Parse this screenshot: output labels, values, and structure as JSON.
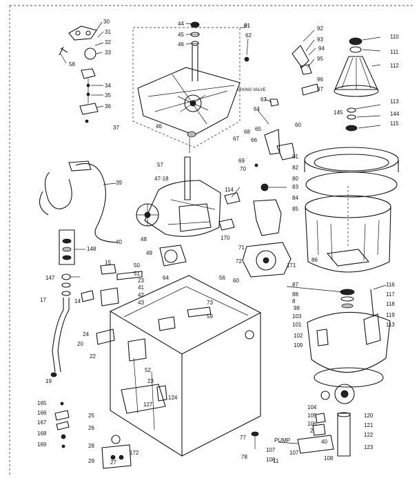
{
  "diagram": {
    "labels": [
      {
        "id": "30",
        "text": "30"
      },
      {
        "id": "31",
        "text": "31"
      },
      {
        "id": "32",
        "text": "32"
      },
      {
        "id": "33",
        "text": "33"
      },
      {
        "id": "58",
        "text": "58"
      },
      {
        "id": "34",
        "text": "34"
      },
      {
        "id": "35",
        "text": "35"
      },
      {
        "id": "36",
        "text": "36"
      },
      {
        "id": "44",
        "text": "44"
      },
      {
        "id": "45",
        "text": "45"
      },
      {
        "id": "46a",
        "text": "46"
      },
      {
        "id": "61",
        "text": "61"
      },
      {
        "id": "62",
        "text": "62"
      },
      {
        "id": "63",
        "text": "63"
      },
      {
        "id": "64",
        "text": "64"
      },
      {
        "id": "65",
        "text": "65"
      },
      {
        "id": "66",
        "text": "66"
      },
      {
        "id": "67",
        "text": "67"
      },
      {
        "id": "60",
        "text": "60"
      },
      {
        "id": "91",
        "text": "91"
      },
      {
        "id": "92",
        "text": "92"
      },
      {
        "id": "93",
        "text": "93"
      },
      {
        "id": "94",
        "text": "94"
      },
      {
        "id": "95",
        "text": "95"
      },
      {
        "id": "96",
        "text": "96"
      },
      {
        "id": "97",
        "text": "97"
      },
      {
        "id": "110",
        "text": "110"
      },
      {
        "id": "111",
        "text": "111"
      },
      {
        "id": "112",
        "text": "112"
      },
      {
        "id": "113",
        "text": "113"
      },
      {
        "id": "145",
        "text": "145"
      },
      {
        "id": "144",
        "text": "144"
      },
      {
        "id": "115",
        "text": "115"
      },
      {
        "id": "37",
        "text": "37"
      },
      {
        "id": "46b",
        "text": "46"
      },
      {
        "id": "57",
        "text": "57"
      },
      {
        "id": "47_18",
        "text": "47-18"
      },
      {
        "id": "39",
        "text": "39"
      },
      {
        "id": "114",
        "text": "114"
      },
      {
        "id": "68",
        "text": "68"
      },
      {
        "id": "69",
        "text": "69"
      },
      {
        "id": "70",
        "text": "70"
      },
      {
        "id": "83",
        "text": "83"
      },
      {
        "id": "84",
        "text": "84"
      },
      {
        "id": "85",
        "text": "85"
      },
      {
        "id": "81",
        "text": "81"
      },
      {
        "id": "82",
        "text": "82"
      },
      {
        "id": "80",
        "text": "80"
      },
      {
        "id": "170",
        "text": "170"
      },
      {
        "id": "71",
        "text": "71"
      },
      {
        "id": "72",
        "text": "72"
      },
      {
        "id": "171",
        "text": "171"
      },
      {
        "id": "86",
        "text": "86"
      },
      {
        "id": "148",
        "text": "148"
      },
      {
        "id": "147",
        "text": "147"
      },
      {
        "id": "17",
        "text": "17"
      },
      {
        "id": "48",
        "text": "48"
      },
      {
        "id": "49",
        "text": "49"
      },
      {
        "id": "40",
        "text": "40"
      },
      {
        "id": "15",
        "text": "15"
      },
      {
        "id": "50",
        "text": "50"
      },
      {
        "id": "51",
        "text": "51"
      },
      {
        "id": "23a",
        "text": "23"
      },
      {
        "id": "41",
        "text": "41"
      },
      {
        "id": "42",
        "text": "42"
      },
      {
        "id": "43",
        "text": "43"
      },
      {
        "id": "14",
        "text": "14"
      },
      {
        "id": "64b",
        "text": "64"
      },
      {
        "id": "56",
        "text": "56"
      },
      {
        "id": "73",
        "text": "73"
      },
      {
        "id": "59",
        "text": "59"
      },
      {
        "id": "60b",
        "text": "60"
      },
      {
        "id": "87",
        "text": "87"
      },
      {
        "id": "88",
        "text": "88"
      },
      {
        "id": "8",
        "text": "8"
      },
      {
        "id": "98",
        "text": "98"
      },
      {
        "id": "103",
        "text": "103"
      },
      {
        "id": "101",
        "text": "101"
      },
      {
        "id": "102",
        "text": "102"
      },
      {
        "id": "109",
        "text": "109"
      },
      {
        "id": "116",
        "text": "116"
      },
      {
        "id": "117",
        "text": "117"
      },
      {
        "id": "118",
        "text": "118"
      },
      {
        "id": "119",
        "text": "119"
      },
      {
        "id": "113b",
        "text": "113"
      },
      {
        "id": "24",
        "text": "24"
      },
      {
        "id": "20",
        "text": "20"
      },
      {
        "id": "22",
        "text": "22"
      },
      {
        "id": "52",
        "text": "52"
      },
      {
        "id": "23b",
        "text": "23"
      },
      {
        "id": "124",
        "text": "124"
      },
      {
        "id": "127",
        "text": "127"
      },
      {
        "id": "25",
        "text": "25"
      },
      {
        "id": "26",
        "text": "26"
      },
      {
        "id": "28",
        "text": "28"
      },
      {
        "id": "29",
        "text": "29"
      },
      {
        "id": "27",
        "text": "27"
      },
      {
        "id": "172",
        "text": "172"
      },
      {
        "id": "77",
        "text": "77"
      },
      {
        "id": "78",
        "text": "78"
      },
      {
        "id": "19",
        "text": "19"
      },
      {
        "id": "165",
        "text": "165"
      },
      {
        "id": "166",
        "text": "166"
      },
      {
        "id": "167",
        "text": "167"
      },
      {
        "id": "168",
        "text": "168"
      },
      {
        "id": "169",
        "text": "169"
      },
      {
        "id": "104",
        "text": "104"
      },
      {
        "id": "105",
        "text": "105"
      },
      {
        "id": "106",
        "text": "106"
      },
      {
        "id": "2",
        "text": "2"
      },
      {
        "id": "107",
        "text": "107"
      },
      {
        "id": "108",
        "text": "108"
      },
      {
        "id": "120",
        "text": "120"
      },
      {
        "id": "121",
        "text": "121"
      },
      {
        "id": "122",
        "text": "122"
      },
      {
        "id": "123",
        "text": "123"
      },
      {
        "id": "40b",
        "text": "40"
      },
      {
        "id": "pump",
        "text": "PUMP"
      },
      {
        "id": "11",
        "text": "11"
      },
      {
        "id": "108b",
        "text": "108"
      },
      {
        "id": "107b",
        "text": "107"
      }
    ],
    "callout": "MIXING VALVE"
  }
}
